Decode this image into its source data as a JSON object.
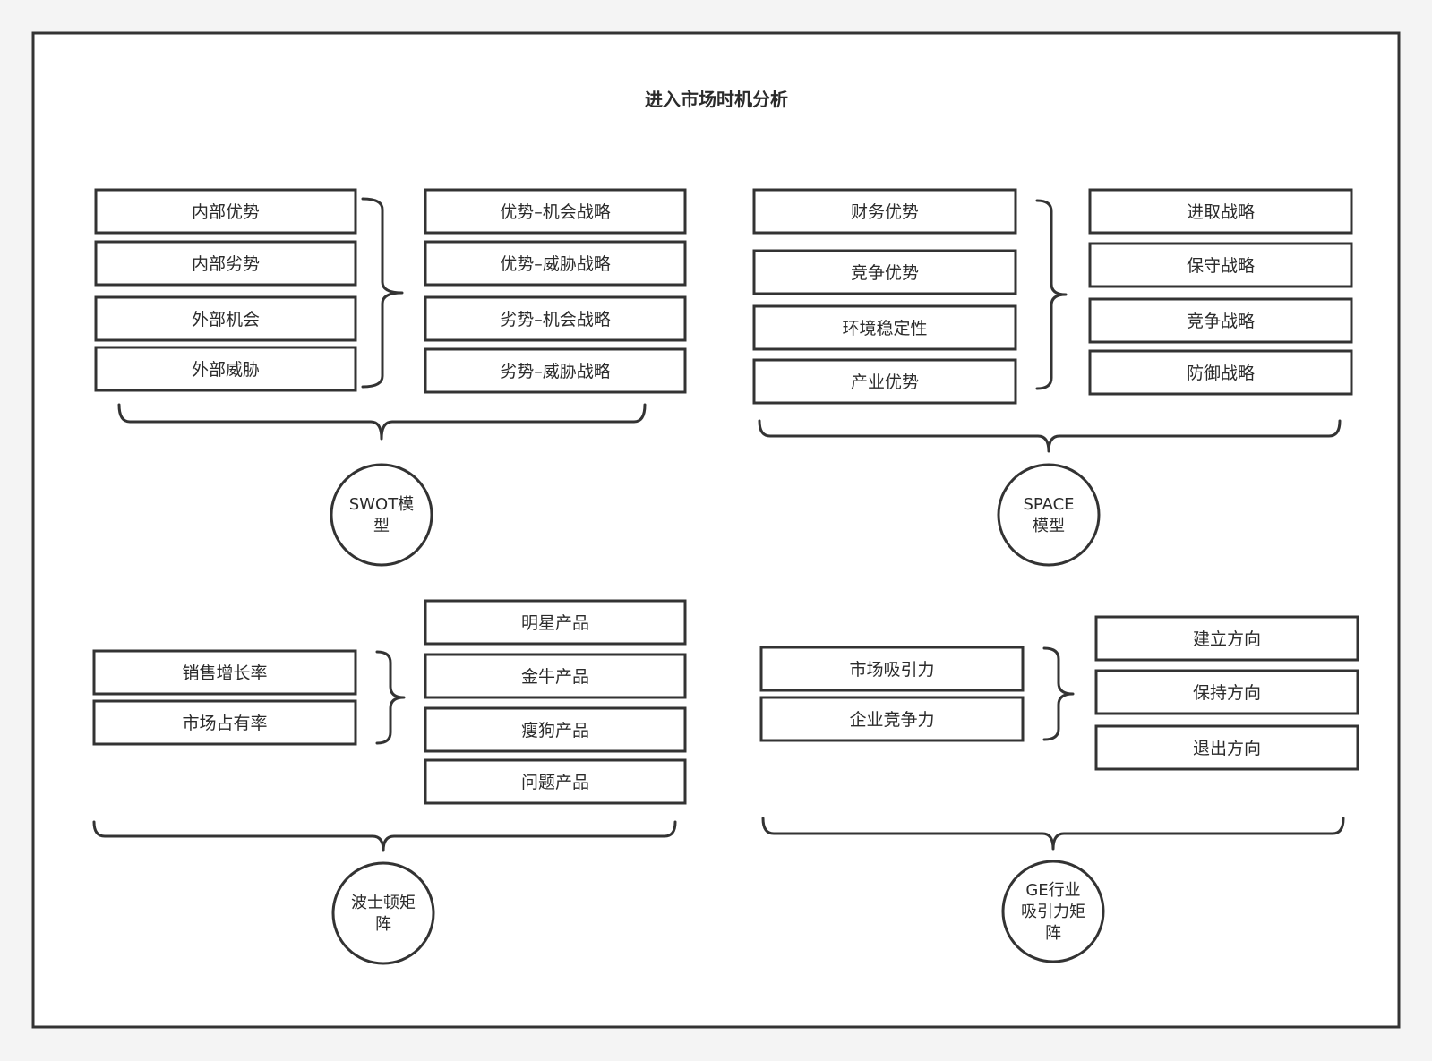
{
  "title": "进入市场时机分析",
  "colors": {
    "background": "#f4f4f4",
    "panel": "#ffffff",
    "stroke": "#333333",
    "text": "#2b2b2b"
  },
  "models": [
    {
      "name_lines": [
        "SWOT模",
        "型"
      ],
      "factors": [
        "内部优势",
        "内部劣势",
        "外部机会",
        "外部威胁"
      ],
      "strategies": [
        "优势–机会战略",
        "优势–威胁战略",
        "劣势–机会战略",
        "劣势–威胁战略"
      ]
    },
    {
      "name_lines": [
        "SPACE",
        "模型"
      ],
      "factors": [
        "财务优势",
        "竞争优势",
        "环境稳定性",
        "产业优势"
      ],
      "strategies": [
        "进取战略",
        "保守战略",
        "竞争战略",
        "防御战略"
      ]
    },
    {
      "name_lines": [
        "波士顿矩",
        "阵"
      ],
      "factors": [
        "销售增长率",
        "市场占有率"
      ],
      "strategies": [
        "明星产品",
        "金牛产品",
        "瘦狗产品",
        "问题产品"
      ]
    },
    {
      "name_lines": [
        "GE行业",
        "吸引力矩",
        "阵"
      ],
      "factors": [
        "市场吸引力",
        "企业竞争力"
      ],
      "strategies": [
        "建立方向",
        "保持方向",
        "退出方向"
      ]
    }
  ]
}
